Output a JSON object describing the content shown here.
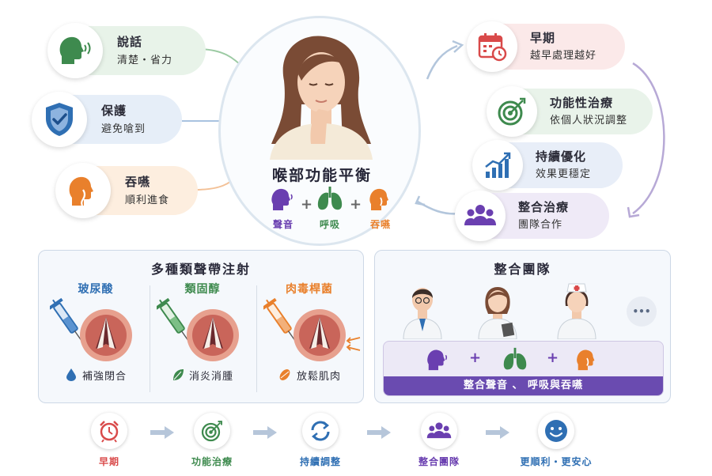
{
  "benefits": [
    {
      "title": "說話",
      "subtitle": "清楚・省力",
      "icon": "speaking-head-icon",
      "color": "#3e8a4e",
      "bg": "#e8f3e9"
    },
    {
      "title": "保護",
      "subtitle": "避免嗆到",
      "icon": "shield-check-icon",
      "color": "#2f6fb3",
      "bg": "#e6eef8"
    },
    {
      "title": "吞嚥",
      "subtitle": "順利進食",
      "icon": "swallowing-head-icon",
      "color": "#e9802c",
      "bg": "#fdeedf"
    }
  ],
  "center": {
    "title": "喉部功能平衡",
    "items": [
      {
        "label": "聲音",
        "icon": "voice-head-icon",
        "color": "#6a3fb0"
      },
      {
        "label": "呼吸",
        "icon": "lungs-icon",
        "color": "#3e8a4e"
      },
      {
        "label": "吞嚥",
        "icon": "swallow-head-icon",
        "color": "#e9802c"
      }
    ]
  },
  "steps": [
    {
      "title": "早期",
      "subtitle": "越早處理越好",
      "icon": "calendar-clock-icon",
      "color": "#d94a4a",
      "bg": "#fbe9e9"
    },
    {
      "title": "功能性治療",
      "subtitle": "依個人狀況調整",
      "icon": "target-icon",
      "color": "#3e8a4e",
      "bg": "#e9f3ea"
    },
    {
      "title": "持續優化",
      "subtitle": "效果更穩定",
      "icon": "growth-chart-icon",
      "color": "#2f6fb3",
      "bg": "#e8eef8"
    },
    {
      "title": "整合治療",
      "subtitle": "團隊合作",
      "icon": "team-icon",
      "color": "#6a3fb0",
      "bg": "#efeaf7"
    }
  ],
  "injections": {
    "title": "多種類聲帶注射",
    "items": [
      {
        "name": "玻尿酸",
        "effect": "補強閉合",
        "color": "#2f6fb3",
        "effect_icon": "water-drop-icon"
      },
      {
        "name": "類固醇",
        "effect": "消炎消腫",
        "color": "#3e8a4e",
        "effect_icon": "leaf-icon"
      },
      {
        "name": "肉毒桿菌",
        "effect": "放鬆肌肉",
        "color": "#e9802c",
        "effect_icon": "muscle-icon"
      }
    ]
  },
  "team": {
    "title": "整合團隊",
    "banner": "整合聲音 、 呼吸與吞嚥",
    "more": "•••"
  },
  "flow": [
    {
      "label": "早期",
      "icon": "alarm-clock-icon",
      "color": "#d94a4a"
    },
    {
      "label": "功能治療",
      "icon": "target-icon",
      "color": "#3e8a4e"
    },
    {
      "label": "持續調整",
      "icon": "refresh-cycle-icon",
      "color": "#2f6fb3"
    },
    {
      "label": "整合團隊",
      "icon": "team-icon",
      "color": "#6a3fb0"
    },
    {
      "label": "更順利・更安心",
      "icon": "smile-icon",
      "color": "#2f6fb3"
    }
  ]
}
